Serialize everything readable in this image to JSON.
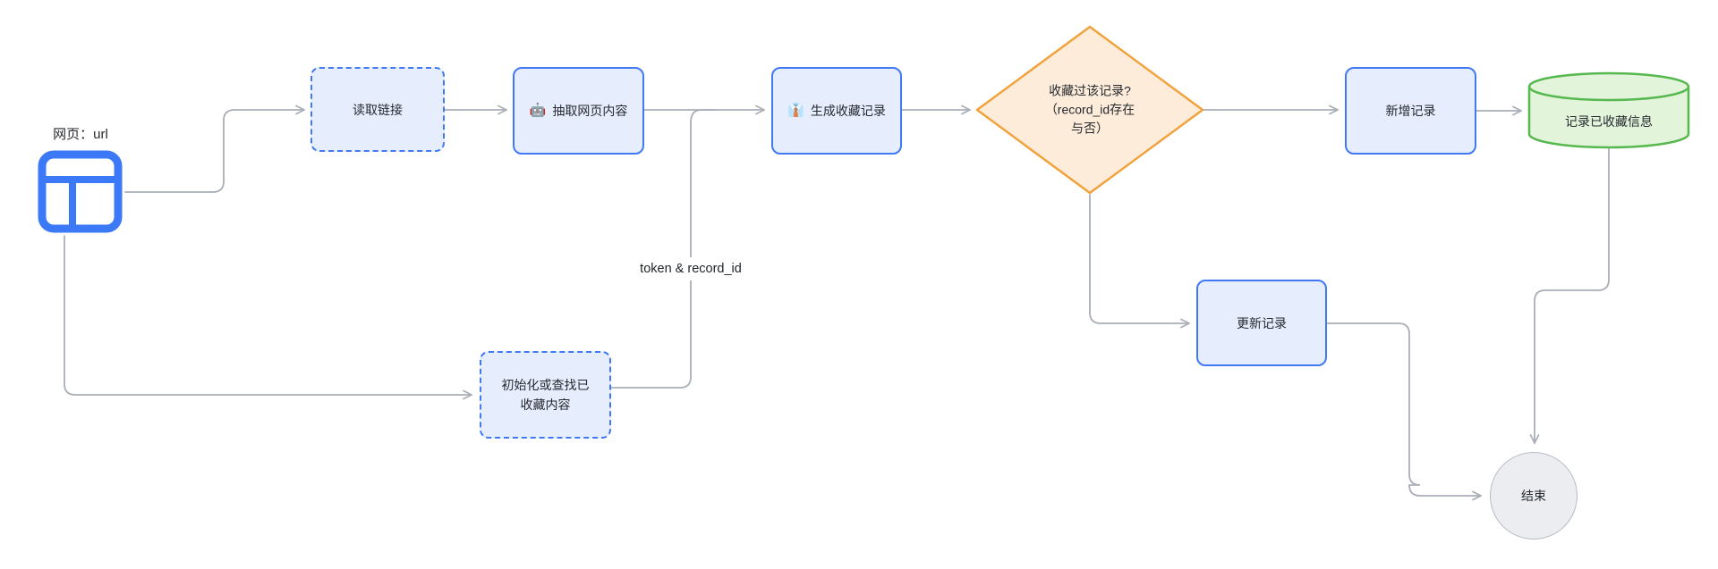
{
  "diagram": {
    "background": "#ffffff",
    "colors": {
      "node_border_blue": "#4179f2",
      "node_fill_blue": "#e6edfc",
      "decision_border": "#f2a23c",
      "decision_fill": "#fcecd9",
      "database_border": "#56b84e",
      "database_fill": "#e2f4da",
      "end_fill": "#ecedf0",
      "end_border": "#b6bbc3",
      "edge_color": "#a9aeb8",
      "start_icon_color": "#3b79f7",
      "text_color": "#262a30"
    },
    "nodes": {
      "start": {
        "label": "网页：url",
        "icon": "webpage-layout-icon"
      },
      "read_link": {
        "label": "读取链接"
      },
      "extract": {
        "emoji": "🤖",
        "label": "抽取网页内容"
      },
      "generate": {
        "emoji": "👔",
        "label": "生成收藏记录"
      },
      "decision": {
        "line1": "收藏过该记录?",
        "line2": "（record_id存在",
        "line3": "与否）"
      },
      "add_record": {
        "label": "新增记录"
      },
      "database": {
        "label": "记录已收藏信息"
      },
      "update_record": {
        "label": "更新记录"
      },
      "init_lookup": {
        "label": "初始化或查找已收藏内容"
      },
      "end": {
        "label": "结束"
      }
    },
    "edge_labels": {
      "token": "token & record_id"
    }
  }
}
